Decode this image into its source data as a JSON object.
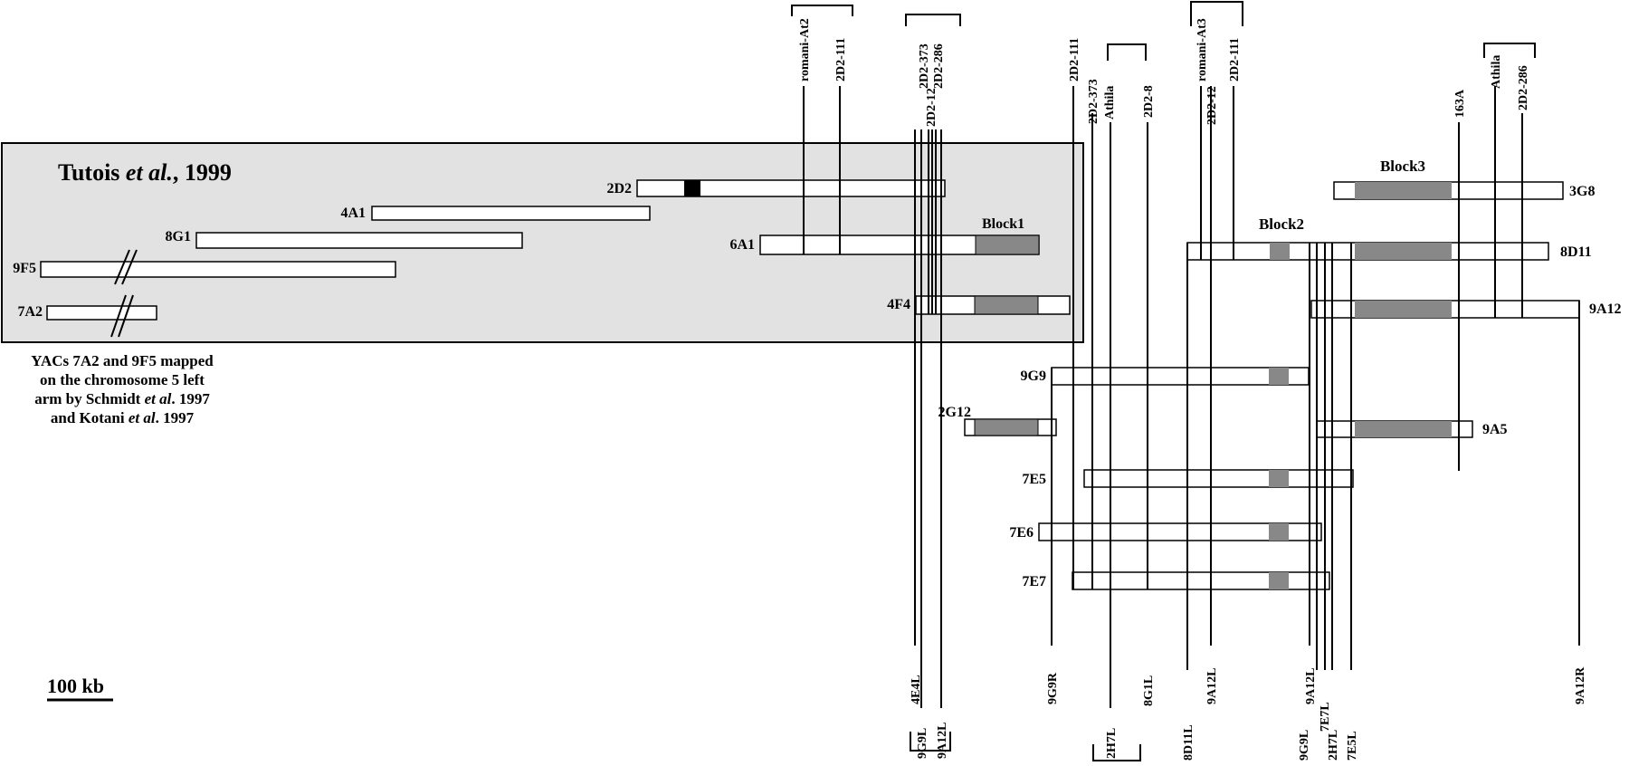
{
  "citation": {
    "authors": "Tutois",
    "etal": "et al.",
    "year": ", 1999"
  },
  "caption": [
    [
      "YACs 7A2 and 9F5 mapped"
    ],
    [
      "on the chromosome 5 left"
    ],
    [
      "arm by Schmidt ",
      "et al",
      ". 1997"
    ],
    [
      "and Kotani ",
      "et al",
      ". 1997"
    ]
  ],
  "scale_label": "100 kb",
  "blocks": [
    "Block1",
    "Block2",
    "Block3"
  ],
  "yacs": [
    "2D2",
    "4A1",
    "8G1",
    "9F5",
    "7A2",
    "6A1",
    "4F4",
    "2G12",
    "9G9",
    "7E5",
    "7E6",
    "7E7",
    "3G8",
    "8D11",
    "9A12",
    "9A5"
  ],
  "top_markers": [
    "romani-At2",
    "2D2-111",
    "2D2-373",
    "2D2-286",
    "2D2-12",
    "2D2-111",
    "2D2-373",
    "Athila",
    "2D2-8",
    "romani-At3",
    "2D2-12",
    "2D2-111",
    "163A",
    "Athila",
    "2D2-286"
  ],
  "bottom_markers": [
    "4E4L",
    "9G9L",
    "9A12L",
    "9G9R",
    "2H7L",
    "8G1L",
    "8D11L",
    "9A12L",
    "9A12L",
    "9G9L",
    "7E7L",
    "2H7L",
    "7E5L",
    "9A12R"
  ]
}
